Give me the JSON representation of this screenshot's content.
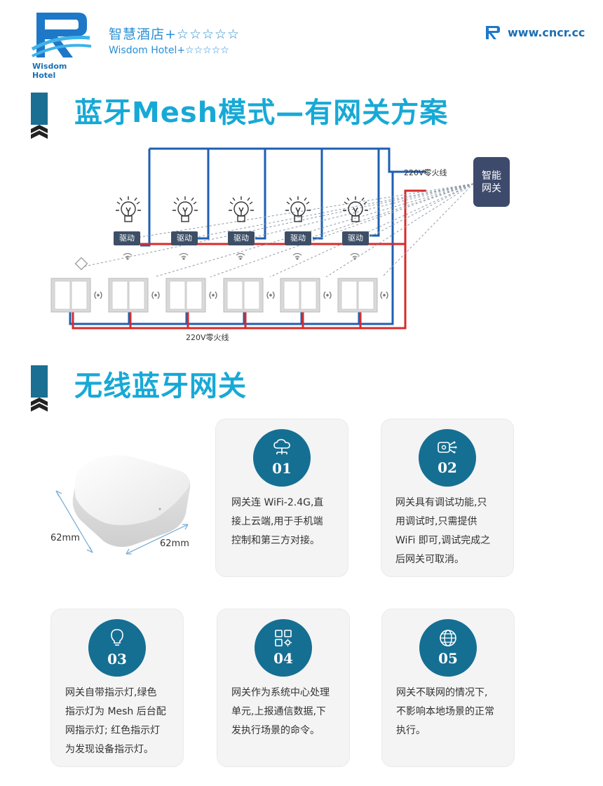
{
  "header": {
    "logo_caption": "Wisdom Hotel",
    "title_cn": "智慧酒店+☆☆☆☆☆",
    "title_en": "Wisdom Hotel+☆☆☆☆☆",
    "url": "www.cncr.cc"
  },
  "section1": {
    "title": "蓝牙Mesh模式—有网关方案",
    "driver_label": "驱动",
    "gateway_label_line1": "智能",
    "gateway_label_line2": "网关",
    "wire_label_top": "220V零火线",
    "wire_label_bottom": "220V零火线"
  },
  "section2": {
    "title": "无线蓝牙网关",
    "dim_left": "62mm",
    "dim_right": "62mm"
  },
  "features": [
    {
      "num": "01",
      "icon": "cloud-network-icon",
      "lines": [
        "网关连 WiFi-2.4G,直",
        "接上云端,用于手机端",
        "控制和第三方对接。"
      ]
    },
    {
      "num": "02",
      "icon": "debug-device-icon",
      "lines": [
        "网关具有调试功能,只",
        "用调试时,只需提供",
        "WiFi 即可,调试完成之",
        "后网关可取消。"
      ]
    },
    {
      "num": "03",
      "icon": "bulb-icon",
      "lines": [
        "网关自带指示灯,绿色",
        "指示灯为 Mesh 后台配",
        "网指示灯; 红色指示灯",
        "为发现设备指示灯。"
      ]
    },
    {
      "num": "04",
      "icon": "apps-settings-icon",
      "lines": [
        "网关作为系统中心处理",
        "单元,上报通信数据,下",
        "发执行场景的命令。"
      ]
    },
    {
      "num": "05",
      "icon": "globe-icon",
      "lines": [
        "网关不联网的情况下,",
        "不影响本地场景的正常",
        "执行。"
      ]
    }
  ],
  "colors": {
    "accent": "#17a9d6",
    "circle": "#156f93",
    "wire_blue": "#1e5fb3",
    "wire_red": "#d62b2b",
    "gateway": "#3d4a6b"
  }
}
